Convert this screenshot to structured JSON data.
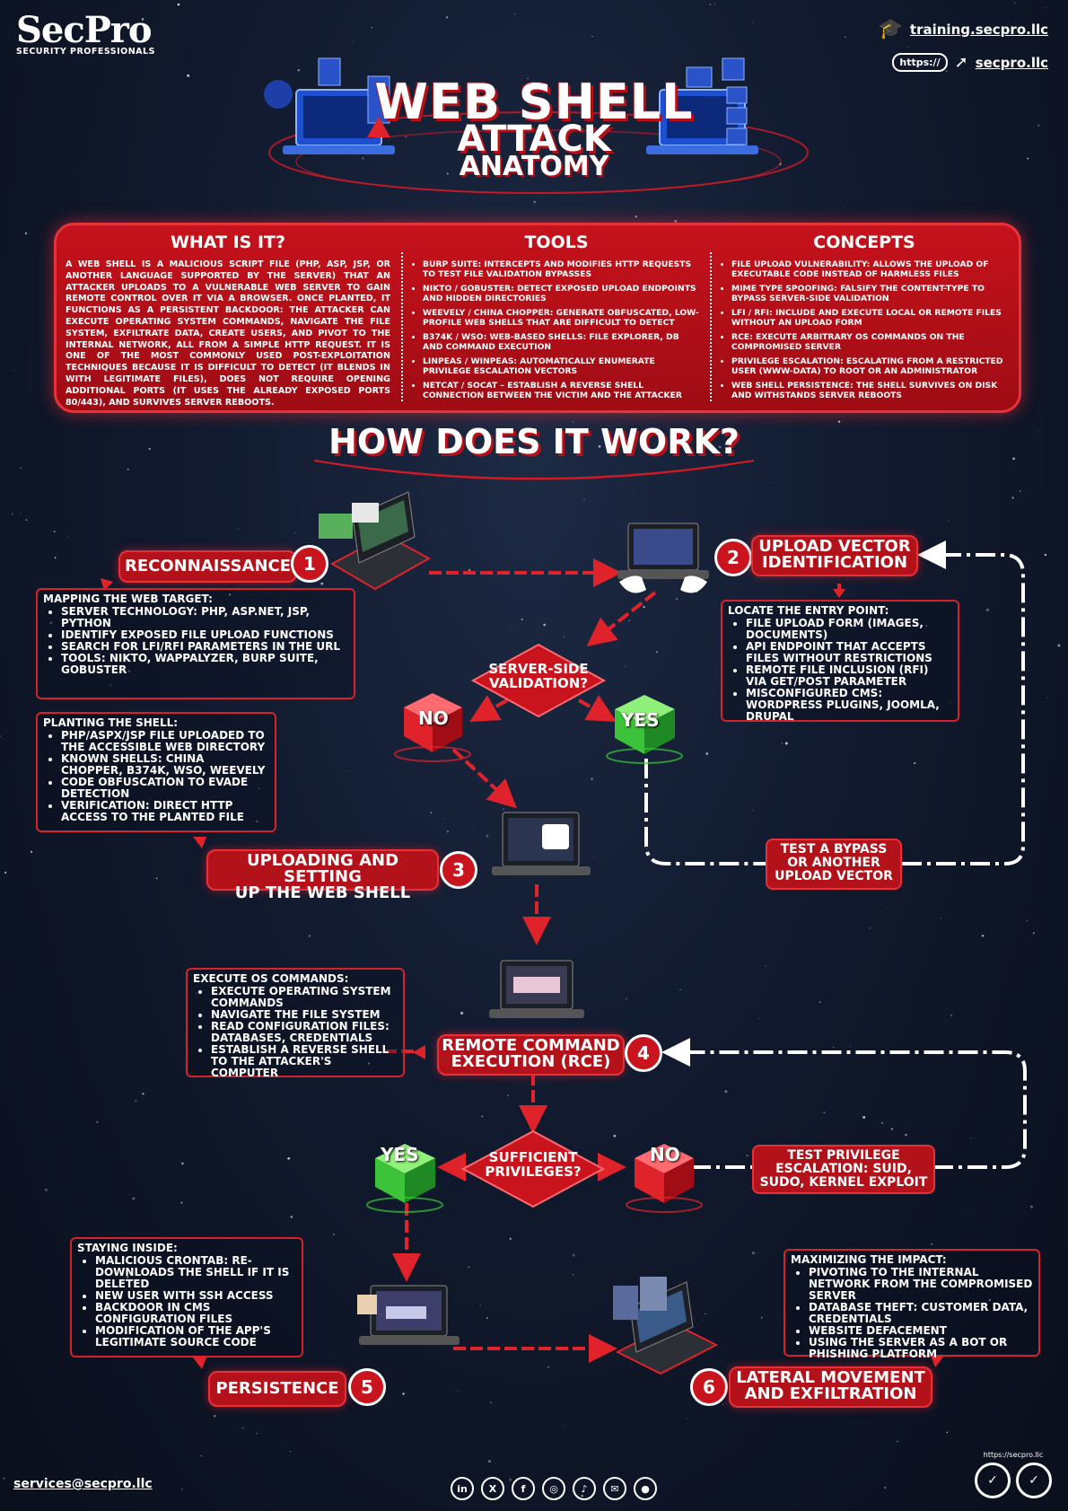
{
  "brand": {
    "name": "SecPro",
    "tagline": "SECURITY PROFESSIONALS"
  },
  "links": {
    "training": "training.secpro.llc",
    "https_label": "https://",
    "site": "secpro.llc"
  },
  "title": {
    "line1": "WEB SHELL",
    "line2": "ATTACK",
    "line3": "ANATOMY"
  },
  "info": {
    "what": {
      "heading": "WHAT IS IT?",
      "text": "A web shell is a malicious script file (PHP, ASP, JSP, or another language supported by the server) that an attacker uploads to a vulnerable web server to gain remote control over it via a browser. Once planted, it functions as a persistent backdoor: the attacker can execute operating system commands, navigate the file system, exfiltrate data, create users, and pivot to the internal network, all from a simple HTTP request. It is one of the most commonly used post-exploitation techniques because it is difficult to detect (it blends in with legitimate files), does not require opening additional ports (it uses the already exposed ports 80/443), and survives server reboots."
    },
    "tools": {
      "heading": "TOOLS",
      "items": [
        "BURP SUITE: INTERCEPTS AND MODIFIES HTTP REQUESTS TO TEST FILE VALIDATION BYPASSES",
        "NIKTO / GOBUSTER: DETECT EXPOSED UPLOAD ENDPOINTS AND HIDDEN DIRECTORIES",
        "WEEVELY / CHINA CHOPPER: GENERATE OBFUSCATED, LOW-PROFILE WEB SHELLS THAT ARE DIFFICULT TO DETECT",
        "B374K / WSO: WEB-BASED SHELLS: FILE EXPLORER, DB AND COMMAND EXECUTION",
        "LINPEAS / WINPEAS: AUTOMATICALLY ENUMERATE PRIVILEGE ESCALATION VECTORS",
        "NETCAT / SOCAT – ESTABLISH A REVERSE SHELL CONNECTION BETWEEN THE VICTIM AND THE ATTACKER"
      ]
    },
    "concepts": {
      "heading": "CONCEPTS",
      "items": [
        "FILE UPLOAD VULNERABILITY: ALLOWS THE UPLOAD OF EXECUTABLE CODE INSTEAD OF HARMLESS FILES",
        "MIME TYPE SPOOFING: FALSIFY THE CONTENT-TYPE TO BYPASS SERVER-SIDE VALIDATION",
        "LFI / RFI: INCLUDE AND EXECUTE LOCAL OR REMOTE FILES WITHOUT AN UPLOAD FORM",
        "RCE: EXECUTE ARBITRARY OS COMMANDS ON THE COMPROMISED SERVER",
        "PRIVILEGE ESCALATION: ESCALATING FROM A RESTRICTED USER (WWW-DATA) TO ROOT OR AN ADMINISTRATOR",
        "WEB SHELL PERSISTENCE: THE SHELL SURVIVES ON DISK AND WITHSTANDS SERVER REBOOTS"
      ]
    }
  },
  "how_heading": "HOW DOES IT WORK?",
  "steps": {
    "s1": {
      "num": "1",
      "label": "RECONNAISSANCE"
    },
    "s2": {
      "num": "2",
      "label1": "UPLOAD VECTOR",
      "label2": "IDENTIFICATION"
    },
    "s3": {
      "num": "3",
      "label1": "UPLOADING AND SETTING",
      "label2": "UP THE WEB SHELL"
    },
    "s4": {
      "num": "4",
      "label1": "REMOTE COMMAND",
      "label2": "EXECUTION (RCE)"
    },
    "s5": {
      "num": "5",
      "label": "PERSISTENCE"
    },
    "s6": {
      "num": "6",
      "label1": "LATERAL MOVEMENT",
      "label2": "AND EXFILTRATION"
    }
  },
  "boxes": {
    "recon": {
      "heading": "MAPPING THE WEB TARGET:",
      "items": [
        "SERVER TECHNOLOGY: PHP, ASP.NET, JSP, PYTHON",
        "IDENTIFY EXPOSED FILE UPLOAD FUNCTIONS",
        "SEARCH FOR LFI/RFI PARAMETERS IN THE URL",
        "TOOLS: NIKTO, WAPPALYZER, BURP SUITE, GOBUSTER"
      ]
    },
    "upload": {
      "heading": "LOCATE THE ENTRY POINT:",
      "items": [
        "FILE UPLOAD FORM (IMAGES, DOCUMENTS)",
        "API ENDPOINT THAT ACCEPTS FILES WITHOUT RESTRICTIONS",
        "REMOTE FILE INCLUSION (RFI) VIA GET/POST PARAMETER",
        "MISCONFIGURED CMS: WORDPRESS PLUGINS, JOOMLA, DRUPAL"
      ]
    },
    "planting": {
      "heading": "PLANTING THE SHELL:",
      "items": [
        "PHP/ASPX/JSP FILE UPLOADED TO THE ACCESSIBLE WEB DIRECTORY",
        "KNOWN SHELLS: CHINA CHOPPER, B374K, WSO, WEEVELY",
        "CODE OBFUSCATION TO EVADE DETECTION",
        "VERIFICATION: DIRECT HTTP ACCESS TO THE PLANTED FILE"
      ]
    },
    "exec": {
      "heading": "EXECUTE OS COMMANDS:",
      "items": [
        "EXECUTE OPERATING SYSTEM COMMANDS",
        "NAVIGATE THE FILE SYSTEM",
        "READ CONFIGURATION FILES: DATABASES, CREDENTIALS",
        "ESTABLISH A REVERSE SHELL TO THE ATTACKER'S COMPUTER"
      ]
    },
    "staying": {
      "heading": "STAYING INSIDE:",
      "items": [
        "MALICIOUS CRONTAB: RE-DOWNLOADS THE SHELL IF IT IS DELETED",
        "NEW USER WITH SSH ACCESS",
        "BACKDOOR IN CMS CONFIGURATION FILES",
        "MODIFICATION OF THE APP'S LEGITIMATE SOURCE CODE"
      ]
    },
    "impact": {
      "heading": "MAXIMIZING THE IMPACT:",
      "items": [
        "PIVOTING TO THE INTERNAL NETWORK FROM THE COMPROMISED SERVER",
        "DATABASE THEFT: CUSTOMER DATA, CREDENTIALS",
        "WEBSITE DEFACEMENT",
        "USING THE SERVER AS A BOT OR PHISHING PLATFORM"
      ]
    }
  },
  "decisions": {
    "d1": {
      "line1": "SERVER-SIDE",
      "line2": "VALIDATION?",
      "no": "NO",
      "yes": "YES"
    },
    "d2": {
      "line1": "SUFFICIENT",
      "line2": "PRIVILEGES?",
      "no": "NO",
      "yes": "YES"
    }
  },
  "loops": {
    "bypass": {
      "line1": "TEST A BYPASS",
      "line2": "OR ANOTHER",
      "line3": "UPLOAD VECTOR"
    },
    "privesc": {
      "line1": "TEST PRIVILEGE",
      "line2": "ESCALATION: SUID,",
      "line3": "SUDO, KERNEL EXPLOIT"
    }
  },
  "footer": {
    "email": "services@secpro.llc",
    "social": [
      "in",
      "X",
      "f",
      "◎",
      "♪",
      "✉",
      "●"
    ],
    "cert_url": "https://secpro.llc"
  }
}
